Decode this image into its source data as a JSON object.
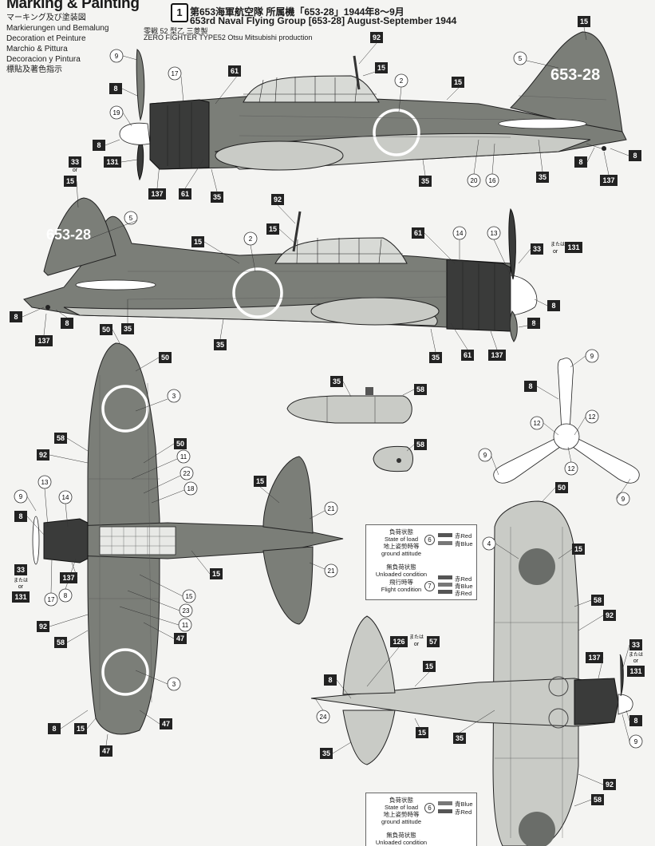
{
  "header": {
    "title": "Marking & Painting",
    "languages": [
      "マーキング及び塗装図",
      "Markierungen und Bemalung",
      "Decoration et Peinture",
      "Marchio & Pittura",
      "Decoracion y Pintura",
      "標貼及著色指示"
    ]
  },
  "scheme": {
    "badge": "1",
    "jp_title": "第653海軍航空隊 所属機「653-28」1944年8〜9月",
    "en_title": "653rd Naval Flying Group [653-28] August-September 1944",
    "jp_sub": "零戦 52 型乙  三菱製",
    "en_sub": "ZERO FIGHTER TYPE52 Otsu Mitsubishi production"
  },
  "tail_code": "653-28",
  "or_text": "or",
  "or_jp": "または",
  "callouts": {
    "c2": "2",
    "c3": "3",
    "c4": "4",
    "c5": "5",
    "c8": "8",
    "c9": "9",
    "c11": "11",
    "c12": "12",
    "c13": "13",
    "c14": "14",
    "c15": "15",
    "c16": "16",
    "c17": "17",
    "c18": "18",
    "c19": "19",
    "c20": "20",
    "c21": "21",
    "c22": "22",
    "c23": "23",
    "c24": "24",
    "c33": "33",
    "c35": "35",
    "c47": "47",
    "c50": "50",
    "c57": "57",
    "c58": "58",
    "c61": "61",
    "c92": "92",
    "c126": "126",
    "c131": "131",
    "c137": "137"
  },
  "legend_top": {
    "loaded_jp": "負荷状態",
    "loaded_en": "State of load",
    "ground_jp": "地上姿勢時等",
    "ground_en": "ground attitude",
    "unloaded_jp": "無負荷状態",
    "unloaded_en": "Unloaded condition",
    "flight_jp": "飛行時等",
    "flight_en": "Flight condition",
    "n6": "6",
    "n7": "7",
    "red": "赤Red",
    "blue": "青Blue"
  },
  "legend_bottom": {
    "loaded_jp": "負荷状態",
    "loaded_en": "State of load",
    "ground_jp": "地上姿勢時等",
    "ground_en": "ground attitude",
    "unloaded_jp": "無負荷状態",
    "unloaded_en": "Unloaded condition",
    "n6": "6",
    "blue": "青Blue",
    "red": "赤Red"
  },
  "colors": {
    "fuselage": "#7b7e78",
    "underside": "#c9cbc6",
    "cowling": "#3a3b3a",
    "hinomaru": "#5f625e"
  }
}
